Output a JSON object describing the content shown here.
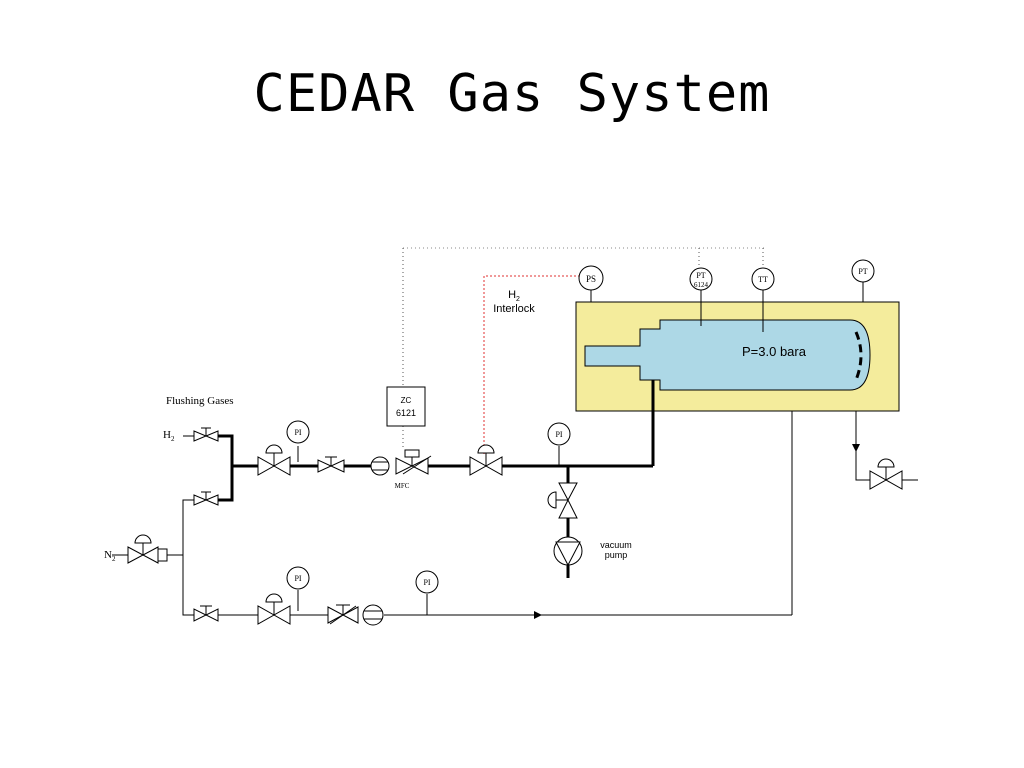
{
  "title": "CEDAR Gas System",
  "labels": {
    "flushing_gases": "Flushing Gases",
    "h2": "H",
    "h2_sub": "2",
    "n2": "N",
    "n2_sub": "2",
    "h2_interlock_h": "H",
    "h2_interlock_sub": "2",
    "interlock": "Interlock",
    "pressure": "P=3.0 bara",
    "zc_tag": "ZC",
    "zc_num": "6121",
    "mfc": "MFC",
    "vacuum_line1": "vacuum",
    "vacuum_line2": "pump",
    "ps": "PS",
    "pt_6124_tag": "PT",
    "pt_6124_num": "6124",
    "tt": "TT",
    "pt_right": "PT",
    "pi": "PI"
  },
  "colors": {
    "vessel_jacket": "#f4ec9c",
    "vessel_inner": "#add8e6",
    "interlock_line": "#e03030"
  }
}
